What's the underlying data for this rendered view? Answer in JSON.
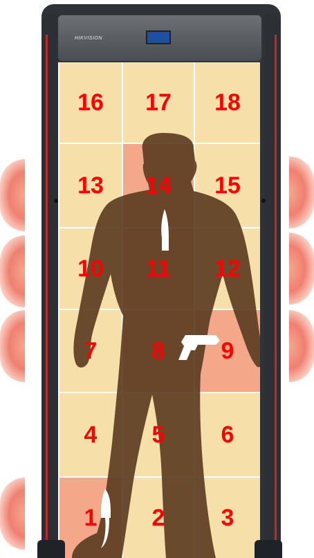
{
  "header": {
    "brand": "HIKVISION"
  },
  "zones": [
    {
      "id": "16",
      "row": 0,
      "col": 0,
      "alarm": false
    },
    {
      "id": "17",
      "row": 0,
      "col": 1,
      "alarm": false
    },
    {
      "id": "18",
      "row": 0,
      "col": 2,
      "alarm": false
    },
    {
      "id": "13",
      "row": 1,
      "col": 0,
      "alarm": false
    },
    {
      "id": "14",
      "row": 1,
      "col": 1,
      "alarm": true
    },
    {
      "id": "15",
      "row": 1,
      "col": 2,
      "alarm": false
    },
    {
      "id": "10",
      "row": 2,
      "col": 0,
      "alarm": false
    },
    {
      "id": "11",
      "row": 2,
      "col": 1,
      "alarm": true
    },
    {
      "id": "12",
      "row": 2,
      "col": 2,
      "alarm": false
    },
    {
      "id": "7",
      "row": 3,
      "col": 0,
      "alarm": false
    },
    {
      "id": "8",
      "row": 3,
      "col": 1,
      "alarm": true
    },
    {
      "id": "9",
      "row": 3,
      "col": 2,
      "alarm": true
    },
    {
      "id": "4",
      "row": 4,
      "col": 0,
      "alarm": false
    },
    {
      "id": "5",
      "row": 4,
      "col": 1,
      "alarm": false
    },
    {
      "id": "6",
      "row": 4,
      "col": 2,
      "alarm": false
    },
    {
      "id": "1",
      "row": 5,
      "col": 0,
      "alarm": true
    },
    {
      "id": "2",
      "row": 5,
      "col": 1,
      "alarm": false
    },
    {
      "id": "3",
      "row": 5,
      "col": 2,
      "alarm": false
    }
  ],
  "colors": {
    "zone_normal": "#f7dfaa",
    "zone_alarm": "#f3a88a",
    "zone_number": "#ff0000",
    "silhouette": "#5a3a1f",
    "silhouette_alarm": "#7a2418",
    "frame": "#2f3338",
    "frame_stripe": "#c1272d",
    "display": "#1d4fa3"
  },
  "detected_items": [
    {
      "icon": "knife-icon",
      "zone": "11"
    },
    {
      "icon": "pistol-icon",
      "zone": "8"
    },
    {
      "icon": "knife-icon",
      "zone": "1"
    }
  ]
}
